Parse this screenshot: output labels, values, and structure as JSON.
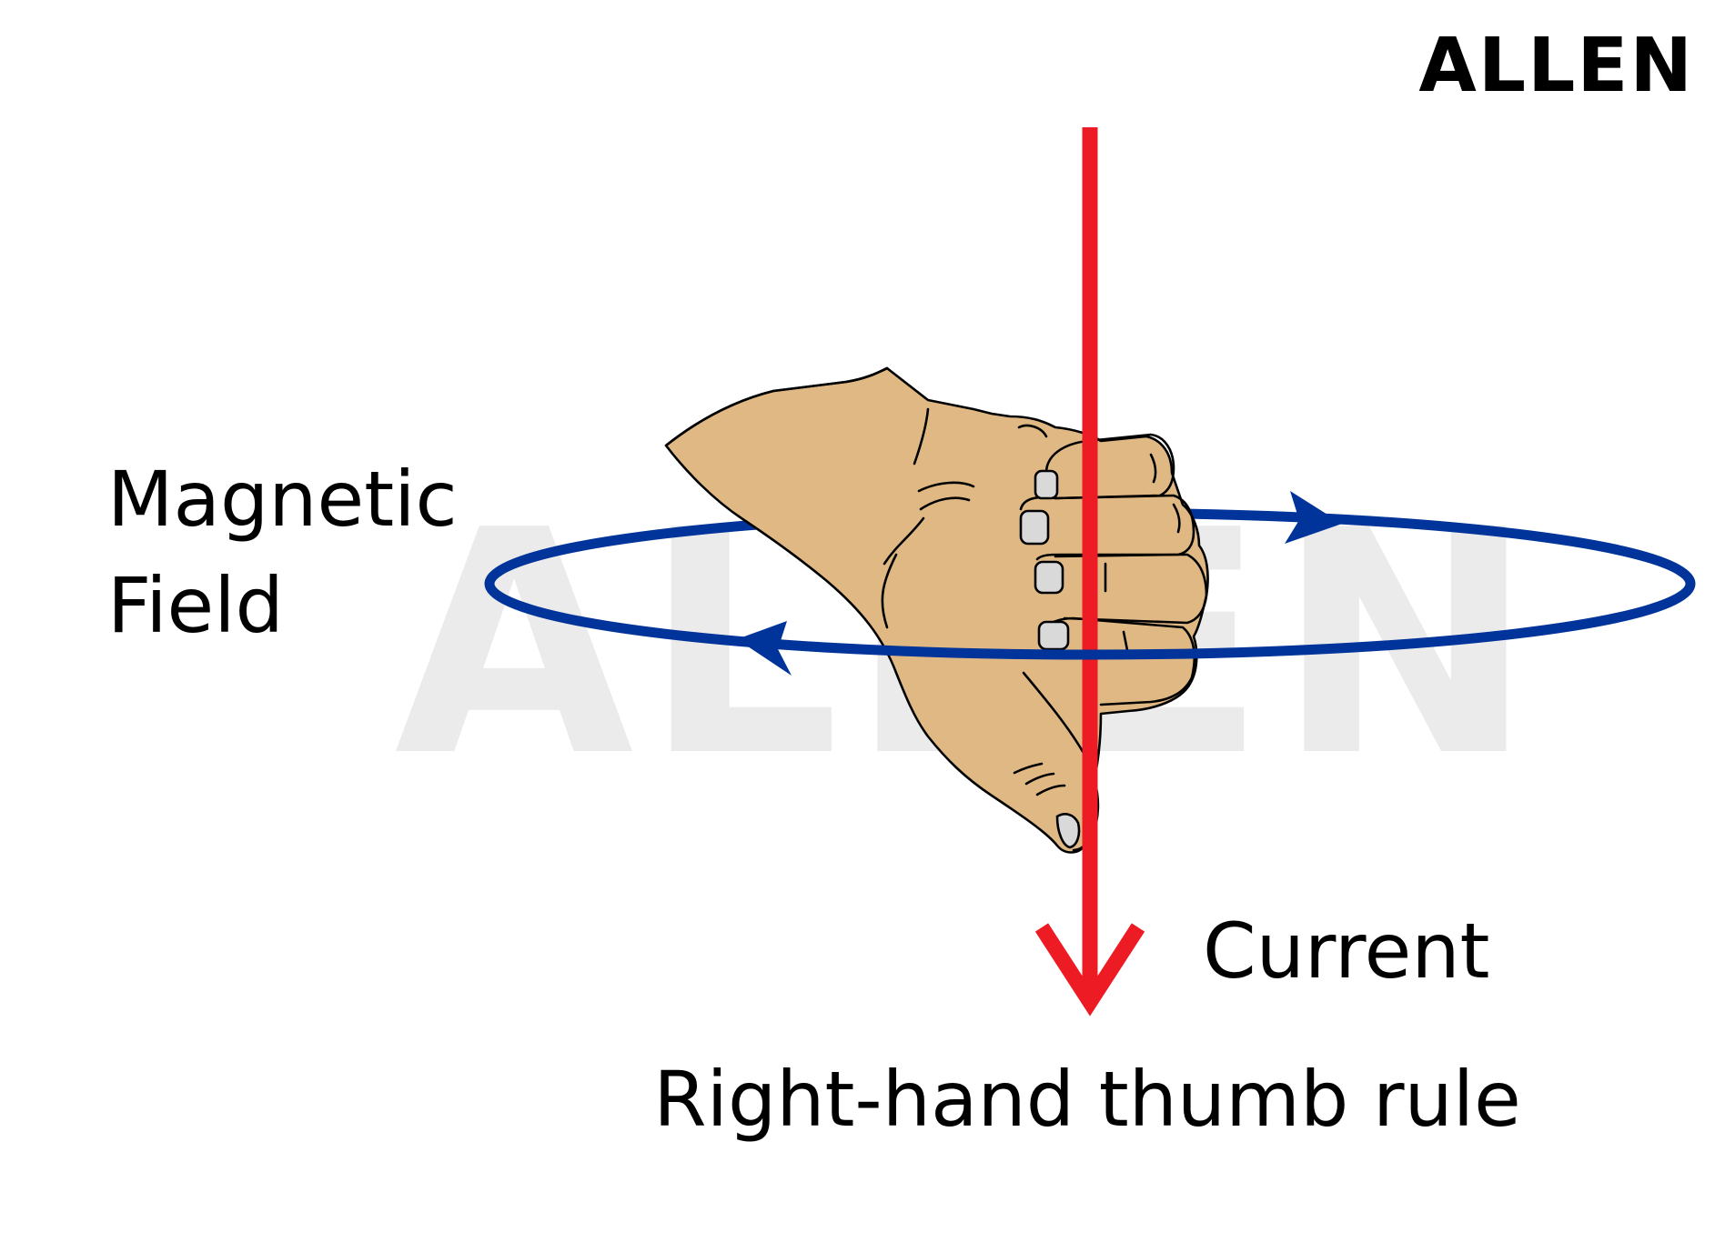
{
  "brand": {
    "logo_text": "ALLEN",
    "watermark_text": "ALLEN"
  },
  "labels": {
    "magnetic_field_line1": "Magnetic",
    "magnetic_field_line2": "Field",
    "current": "Current",
    "caption": "Right-hand thumb rule"
  },
  "colors": {
    "current_arrow": "#ed1c24",
    "field_loop": "#00349a",
    "skin": "#e0b883",
    "nail": "#d9d9d9",
    "watermark": "#ebebeb",
    "text": "#000000"
  },
  "icons": {
    "hand": "right-hand-fist-thumb-down-icon",
    "current_arrow": "arrow-down-icon",
    "field_loop": "circular-arrow-loop-icon"
  }
}
